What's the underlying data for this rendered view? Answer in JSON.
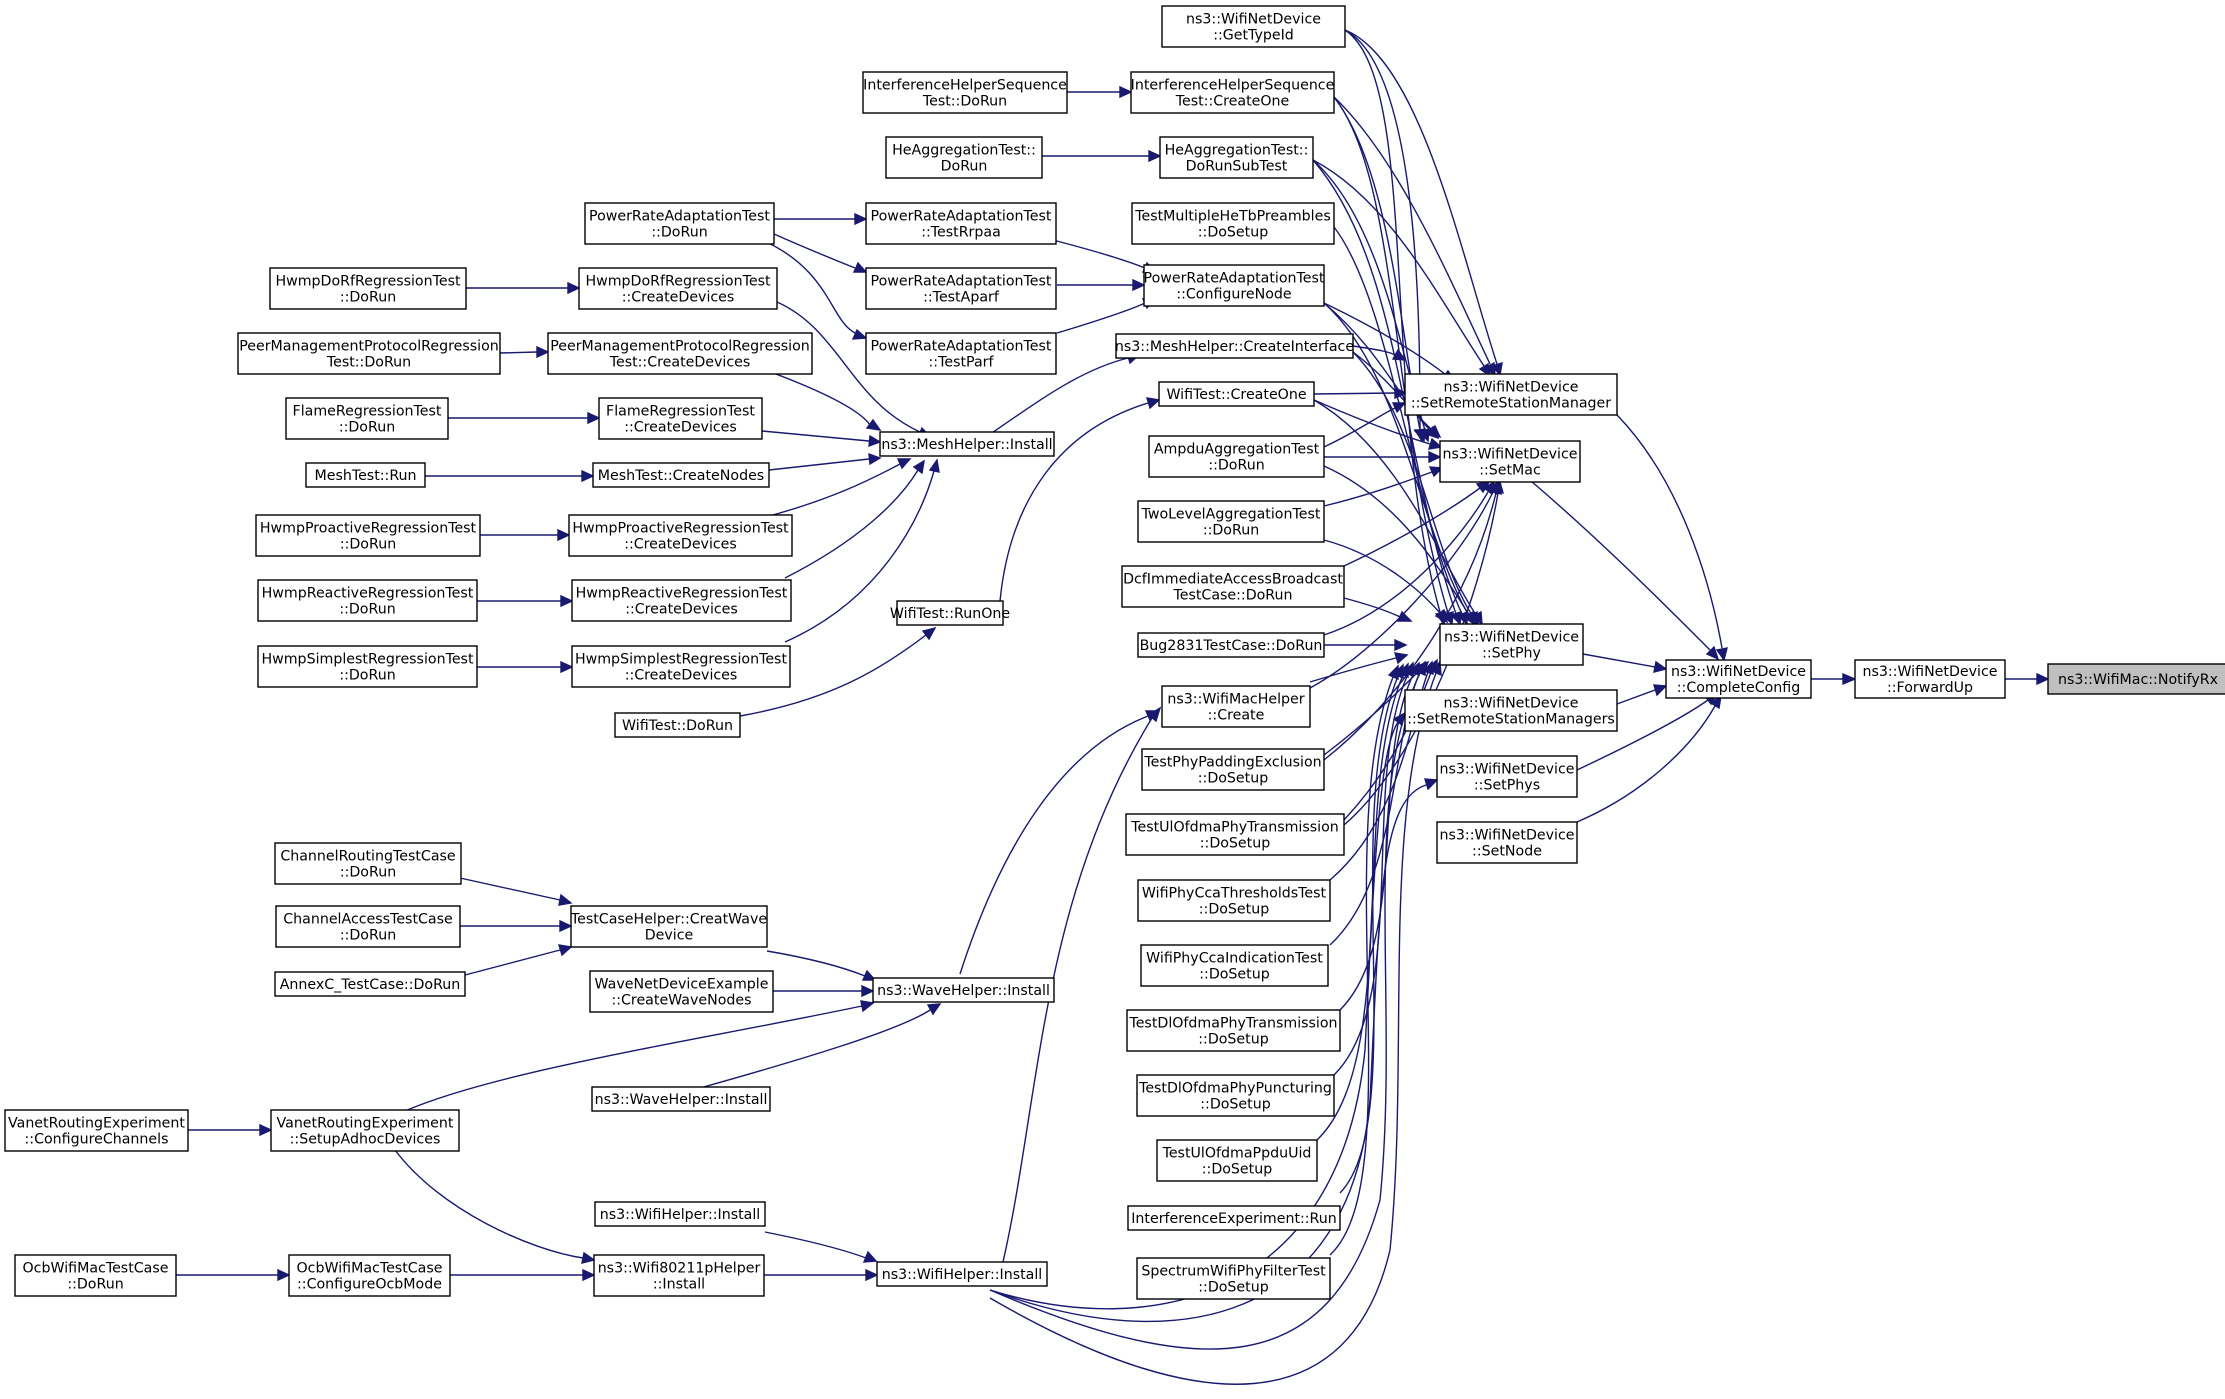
{
  "nodes": [
    {
      "id": "notifyrx",
      "lines": [
        "ns3::WifiMac::NotifyRx"
      ],
      "highlight": true
    },
    {
      "id": "forwardup",
      "lines": [
        "ns3::WifiNetDevice",
        "::ForwardUp"
      ]
    },
    {
      "id": "completeconfig",
      "lines": [
        "ns3::WifiNetDevice",
        "::CompleteConfig"
      ]
    },
    {
      "id": "setremotestationmanager",
      "lines": [
        "ns3::WifiNetDevice",
        "::SetRemoteStationManager"
      ]
    },
    {
      "id": "setmac",
      "lines": [
        "ns3::WifiNetDevice",
        "::SetMac"
      ]
    },
    {
      "id": "setphy",
      "lines": [
        "ns3::WifiNetDevice",
        "::SetPhy"
      ]
    },
    {
      "id": "setremotestationmanagers",
      "lines": [
        "ns3::WifiNetDevice",
        "::SetRemoteStationManagers"
      ]
    },
    {
      "id": "setphys",
      "lines": [
        "ns3::WifiNetDevice",
        "::SetPhys"
      ]
    },
    {
      "id": "setnode",
      "lines": [
        "ns3::WifiNetDevice",
        "::SetNode"
      ]
    },
    {
      "id": "gettypeid",
      "lines": [
        "ns3::WifiNetDevice",
        "::GetTypeId"
      ]
    },
    {
      "id": "ihs_createone",
      "lines": [
        "InterferenceHelperSequence",
        "Test::CreateOne"
      ]
    },
    {
      "id": "ihs_dorun",
      "lines": [
        "InterferenceHelperSequence",
        "Test::DoRun"
      ]
    },
    {
      "id": "heagg_dorunsubtest",
      "lines": [
        "HeAggregationTest::",
        "DoRunSubTest"
      ]
    },
    {
      "id": "heagg_dorun",
      "lines": [
        "HeAggregationTest::",
        "DoRun"
      ]
    },
    {
      "id": "tmhetb",
      "lines": [
        "TestMultipleHeTbPreambles",
        "::DoSetup"
      ]
    },
    {
      "id": "pra_configurenode",
      "lines": [
        "PowerRateAdaptationTest",
        "::ConfigureNode"
      ]
    },
    {
      "id": "pra_testrrpaa",
      "lines": [
        "PowerRateAdaptationTest",
        "::TestRrpaa"
      ]
    },
    {
      "id": "pra_testaparf",
      "lines": [
        "PowerRateAdaptationTest",
        "::TestAparf"
      ]
    },
    {
      "id": "pra_testparf",
      "lines": [
        "PowerRateAdaptationTest",
        "::TestParf"
      ]
    },
    {
      "id": "pra_dorun",
      "lines": [
        "PowerRateAdaptationTest",
        "::DoRun"
      ]
    },
    {
      "id": "mesh_createinterface",
      "lines": [
        "ns3::MeshHelper::CreateInterface"
      ]
    },
    {
      "id": "wifitest_createone",
      "lines": [
        "WifiTest::CreateOne"
      ]
    },
    {
      "id": "ampdu",
      "lines": [
        "AmpduAggregationTest",
        "::DoRun"
      ]
    },
    {
      "id": "twolevel",
      "lines": [
        "TwoLevelAggregationTest",
        "::DoRun"
      ]
    },
    {
      "id": "dcfimm",
      "lines": [
        "DcfImmediateAccessBroadcast",
        "TestCase::DoRun"
      ]
    },
    {
      "id": "bug2831",
      "lines": [
        "Bug2831TestCase::DoRun"
      ]
    },
    {
      "id": "wifimachelper_create",
      "lines": [
        "ns3::WifiMacHelper",
        "::Create"
      ]
    },
    {
      "id": "tphypadding",
      "lines": [
        "TestPhyPaddingExclusion",
        "::DoSetup"
      ]
    },
    {
      "id": "tulofdmaphy",
      "lines": [
        "TestUlOfdmaPhyTransmission",
        "::DoSetup"
      ]
    },
    {
      "id": "wifiphycca_thr",
      "lines": [
        "WifiPhyCcaThresholdsTest",
        "::DoSetup"
      ]
    },
    {
      "id": "wifiphycca_ind",
      "lines": [
        "WifiPhyCcaIndicationTest",
        "::DoSetup"
      ]
    },
    {
      "id": "tdlofdmaphy",
      "lines": [
        "TestDlOfdmaPhyTransmission",
        "::DoSetup"
      ]
    },
    {
      "id": "tdlofdmapunct",
      "lines": [
        "TestDlOfdmaPhyPuncturing",
        "::DoSetup"
      ]
    },
    {
      "id": "tulofdmappdu",
      "lines": [
        "TestUlOfdmaPpduUid",
        "::DoSetup"
      ]
    },
    {
      "id": "interfexp",
      "lines": [
        "InterferenceExperiment::Run"
      ]
    },
    {
      "id": "spectrumfilter",
      "lines": [
        "SpectrumWifiPhyFilterTest",
        "::DoSetup"
      ]
    },
    {
      "id": "mesh_install",
      "lines": [
        "ns3::MeshHelper::Install"
      ]
    },
    {
      "id": "wifitest_runone",
      "lines": [
        "WifiTest::RunOne"
      ]
    },
    {
      "id": "wifitest_dorun",
      "lines": [
        "WifiTest::DoRun"
      ]
    },
    {
      "id": "hwmpdorf_create",
      "lines": [
        "HwmpDoRfRegressionTest",
        "::CreateDevices"
      ]
    },
    {
      "id": "hwmpdorf_dorun",
      "lines": [
        "HwmpDoRfRegressionTest",
        "::DoRun"
      ]
    },
    {
      "id": "pmp_create",
      "lines": [
        "PeerManagementProtocolRegression",
        "Test::CreateDevices"
      ]
    },
    {
      "id": "pmp_dorun",
      "lines": [
        "PeerManagementProtocolRegression",
        "Test::DoRun"
      ]
    },
    {
      "id": "flame_create",
      "lines": [
        "FlameRegressionTest",
        "::CreateDevices"
      ]
    },
    {
      "id": "flame_dorun",
      "lines": [
        "FlameRegressionTest",
        "::DoRun"
      ]
    },
    {
      "id": "meshtest_createnodes",
      "lines": [
        "MeshTest::CreateNodes"
      ]
    },
    {
      "id": "meshtest_run",
      "lines": [
        "MeshTest::Run"
      ]
    },
    {
      "id": "hwmpproactive_create",
      "lines": [
        "HwmpProactiveRegressionTest",
        "::CreateDevices"
      ]
    },
    {
      "id": "hwmpproactive_dorun",
      "lines": [
        "HwmpProactiveRegressionTest",
        "::DoRun"
      ]
    },
    {
      "id": "hwmpreactive_create",
      "lines": [
        "HwmpReactiveRegressionTest",
        "::CreateDevices"
      ]
    },
    {
      "id": "hwmpreactive_dorun",
      "lines": [
        "HwmpReactiveRegressionTest",
        "::DoRun"
      ]
    },
    {
      "id": "hwmpsimplest_create",
      "lines": [
        "HwmpSimplestRegressionTest",
        "::CreateDevices"
      ]
    },
    {
      "id": "hwmpsimplest_dorun",
      "lines": [
        "HwmpSimplestRegressionTest",
        "::DoRun"
      ]
    },
    {
      "id": "tch_creatwave",
      "lines": [
        "TestCaseHelper::CreatWave",
        "Device"
      ]
    },
    {
      "id": "channelrouting",
      "lines": [
        "ChannelRoutingTestCase",
        "::DoRun"
      ]
    },
    {
      "id": "channelaccess",
      "lines": [
        "ChannelAccessTestCase",
        "::DoRun"
      ]
    },
    {
      "id": "annexc",
      "lines": [
        "AnnexC_TestCase::DoRun"
      ]
    },
    {
      "id": "wavehelper_install",
      "lines": [
        "ns3::WaveHelper::Install"
      ]
    },
    {
      "id": "wavehelper_install2",
      "lines": [
        "ns3::WaveHelper::Install"
      ]
    },
    {
      "id": "wavenetdev",
      "lines": [
        "WaveNetDeviceExample",
        "::CreateWaveNodes"
      ]
    },
    {
      "id": "vanet_setup",
      "lines": [
        "VanetRoutingExperiment",
        "::SetupAdhocDevices"
      ]
    },
    {
      "id": "vanet_config",
      "lines": [
        "VanetRoutingExperiment",
        "::ConfigureChannels"
      ]
    },
    {
      "id": "wifihelper_install",
      "lines": [
        "ns3::WifiHelper::Install"
      ]
    },
    {
      "id": "wifihelper_install2",
      "lines": [
        "ns3::WifiHelper::Install"
      ]
    },
    {
      "id": "wifi80211p",
      "lines": [
        "ns3::Wifi80211pHelper",
        "::Install"
      ]
    },
    {
      "id": "ocb_config",
      "lines": [
        "OcbWifiMacTestCase",
        "::ConfigureOcbMode"
      ]
    },
    {
      "id": "ocb_dorun",
      "lines": [
        "OcbWifiMacTestCase",
        "::DoRun"
      ]
    }
  ]
}
